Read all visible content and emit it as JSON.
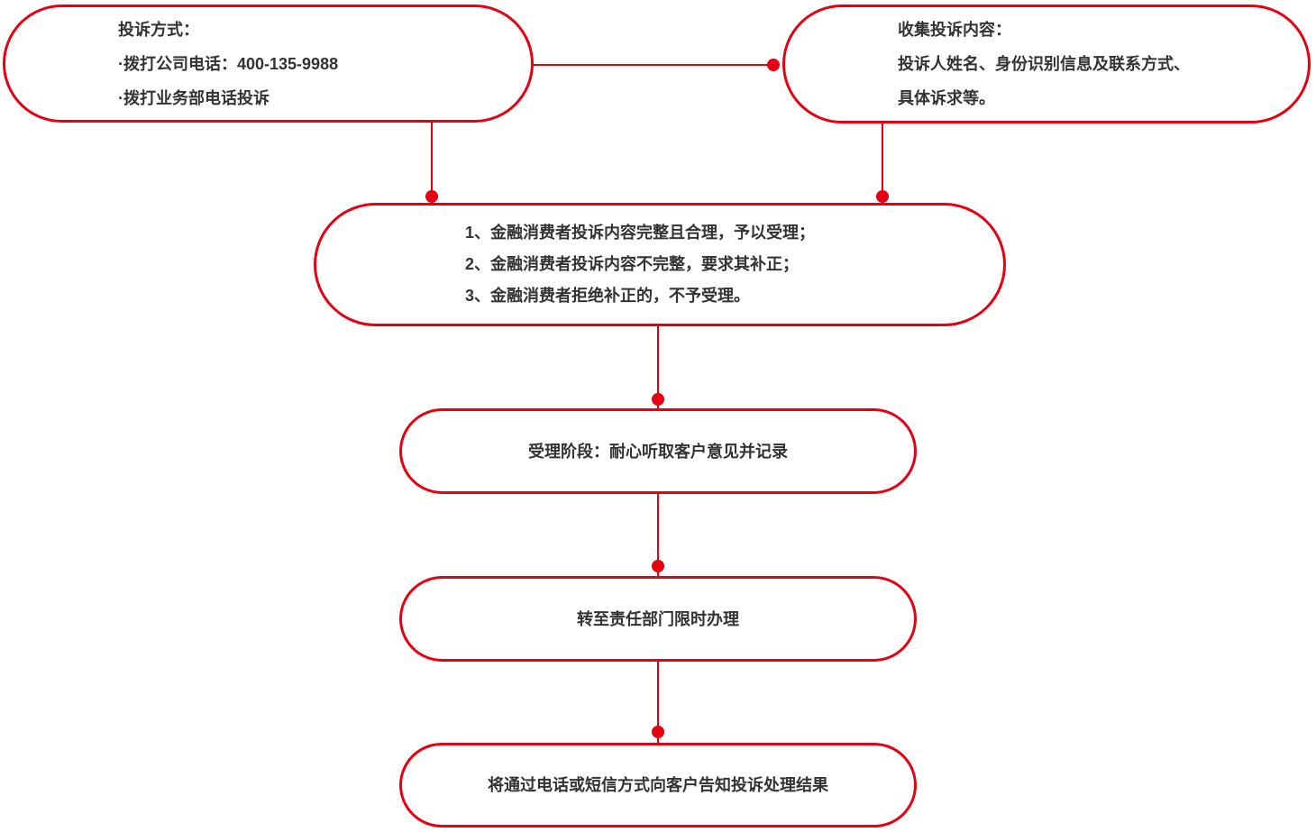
{
  "colors": {
    "accent_red": "#e60012",
    "text": "#333333",
    "background": "#ffffff"
  },
  "flowchart": {
    "title": "complaint-handling-process",
    "nodes": [
      {
        "id": "complaint-methods",
        "lines": [
          "投诉方式：",
          "·拨打公司电话：400-135-9988",
          "·拨打业务部电话投诉"
        ]
      },
      {
        "id": "collect-content",
        "lines": [
          "收集投诉内容：",
          "投诉人姓名、身份识别信息及联系方式、",
          "具体诉求等。"
        ]
      },
      {
        "id": "acceptance-rules",
        "lines": [
          "1、金融消费者投诉内容完整且合理，予以受理；",
          "2、金融消费者投诉内容不完整，要求其补正；",
          "3、金融消费者拒绝补正的，不予受理。"
        ]
      },
      {
        "id": "acceptance-stage",
        "lines": [
          "受理阶段：耐心听取客户意见并记录"
        ]
      },
      {
        "id": "transfer-department",
        "lines": [
          "转至责任部门限时办理"
        ]
      },
      {
        "id": "notify-result",
        "lines": [
          "将通过电话或短信方式向客户告知投诉处理结果"
        ]
      }
    ],
    "edges": [
      {
        "from": "complaint-methods",
        "to": "collect-content"
      },
      {
        "from": "complaint-methods",
        "to": "acceptance-rules"
      },
      {
        "from": "collect-content",
        "to": "acceptance-rules"
      },
      {
        "from": "acceptance-rules",
        "to": "acceptance-stage"
      },
      {
        "from": "acceptance-stage",
        "to": "transfer-department"
      },
      {
        "from": "transfer-department",
        "to": "notify-result"
      }
    ]
  }
}
